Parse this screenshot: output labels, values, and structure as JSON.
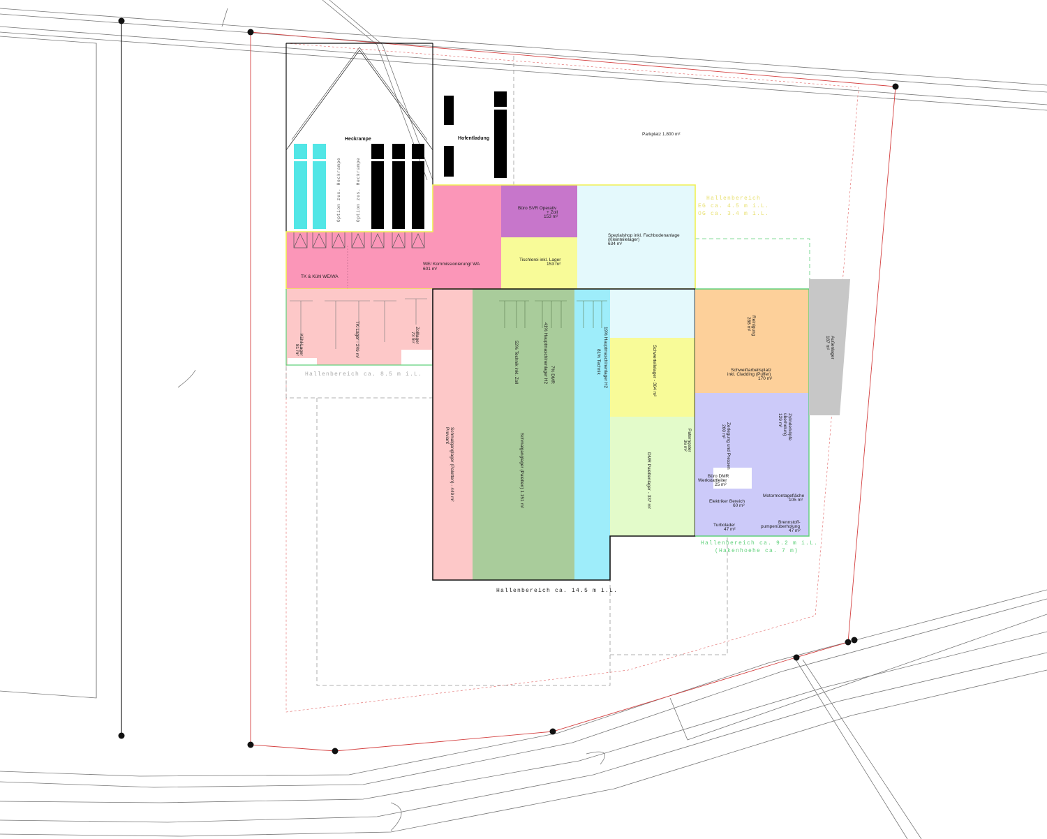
{
  "colors": {
    "pink": "#fb96b8",
    "light_pink": "#fdc8c8",
    "purple": "#c776cb",
    "yellow": "#f8fb98",
    "light_cyan": "#e4f9fc",
    "green": "#a9cc9b",
    "cyan": "#9eedfa",
    "light_green": "#e3fbca",
    "orange": "#fdd09a",
    "lavender": "#cccaf9",
    "gray": "#c7c7c7",
    "truck_cyan": "#52e6e6",
    "hall_yellow": "#f0f052",
    "hall_green": "#5fd07a",
    "boundary_red": "#d44040"
  },
  "labels": {
    "heckrampe": "Heckrampe",
    "hofentladung": "Hofentladung",
    "parkplatz": "Parkplatz 1.800 m²",
    "option_1": "Option zus. Heckrampe",
    "option_2": "Option zus. Heckrampe",
    "tk_kuehl": "TK & Kühl WE/WA",
    "we_line1": "WE/ Kommissionierung/ WA",
    "we_line2": "601 m²",
    "buero_svr_1": "Büro SVR Operativ",
    "buero_svr_2": "+ Zoll",
    "buero_svr_3": "153 m²",
    "tischlerei_1": "Tischlerei inkl. Lager",
    "tischlerei_2": "153 m²",
    "spezial_1": "Spezialshop inkl. Fachbodenanlage",
    "spezial_2": "(Kleinteilelager)",
    "spezial_3": "634 m²",
    "hall_yellow_1": "Hallenbereich",
    "hall_yellow_2": "EG ca. 4.5 m i.L.",
    "hall_yellow_3": "OG ca. 3.4 m i.L.",
    "kuehl_1": "Kühl-Lager",
    "kuehl_2": "81 m²",
    "tk_lager": "TK-Lager - 249 m²",
    "zoll_1": "Zolllager",
    "zoll_2": "73 m²",
    "hall_85": "Hallenbereich ca. 8.5 m i.L.",
    "schmal_proviant_1": "Schmalganglager (Paletten) - 449 m²",
    "schmal_proviant_2": "Proviant",
    "technik_52": "52% Technik inkl. Zoll",
    "dmr_7": "7% DMR",
    "haupt_41": "41% Hauptmaschinenlager H2",
    "schmal_1151": "Schmalganglager (Paletten) 1.151 m²",
    "haupt_19": "19% Hauptmaschinenlager H2",
    "technik_81": "81% Technik",
    "schwerteil": "Schwerteilelager - 304 m²",
    "dmr_paletten": "DMR Palettenlager - 337 m²",
    "paternoster_1": "Paternoster",
    "paternoster_2": "36 m²",
    "reinigung_1": "Reinigung",
    "reinigung_2": "288 m²",
    "schweiss_1": "Schweißarbeitsplatz",
    "schweiss_2": "inkl. Cladding (Puffer)",
    "schweiss_3": "170 m²",
    "aussen_1": "Außenlager",
    "aussen_2": "187 m²",
    "zerlegung_1": "Zerlegung und Pressen",
    "zerlegung_2": "260 m²",
    "zylinder_1": "Zylinderköpfe",
    "zylinder_2": "überholung",
    "zylinder_3": "129 m²",
    "buero_dmr_1": "Büro DMR",
    "buero_dmr_2": "Werkstattleiter",
    "buero_dmr_3": "25 m²",
    "motor_1": "Motormontagefläche",
    "motor_2": "105 m²",
    "elektriker_1": "Elektriker Bereich",
    "elektriker_2": "60 m²",
    "turbo_1": "Turbolader",
    "turbo_2": "47 m²",
    "brenn_1": "Brennstoff-",
    "brenn_2": "pumpenüberholung",
    "brenn_3": "47 m²",
    "hall_92_1": "Hallenbereich ca. 9.2 m i.L.",
    "hall_92_2": "(Hakenhoehe ca. 7 m)",
    "hall_145": "Hallenbereich ca. 14.5 m i.L."
  }
}
